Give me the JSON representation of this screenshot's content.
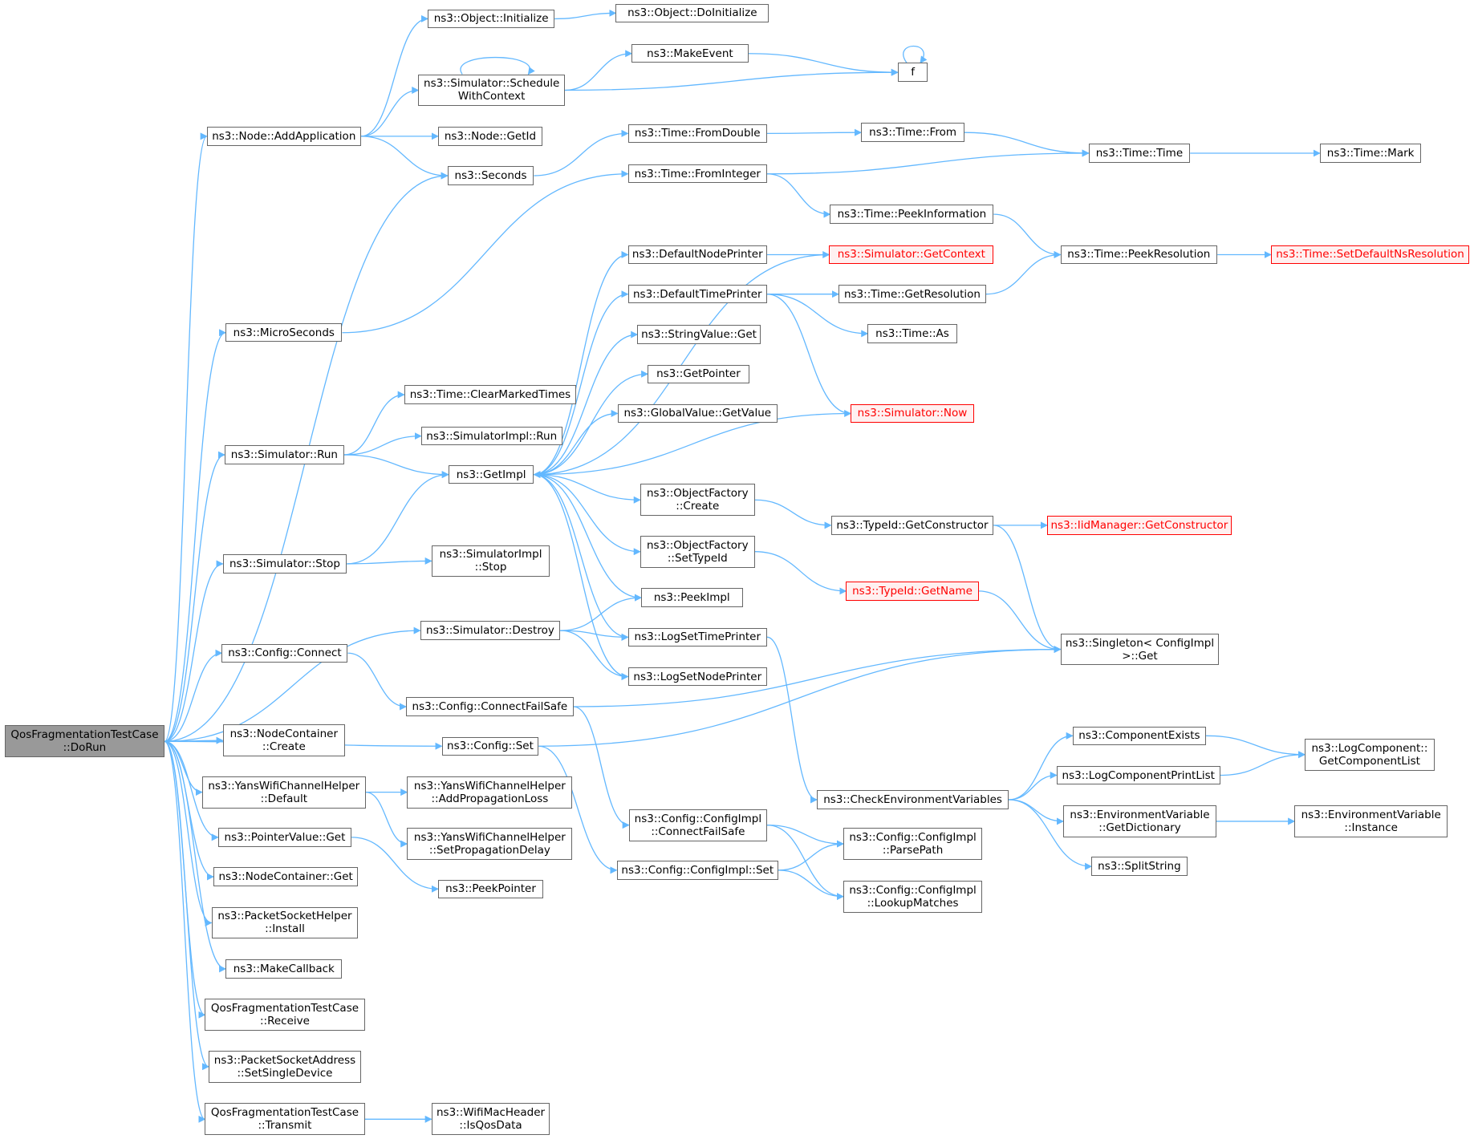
{
  "colors": {
    "edge": "#63b8ff",
    "node_border": "#666666",
    "root_fill": "#999999",
    "truncated_border": "#ff0000",
    "truncated_fill": "#fff0f0"
  },
  "nodes": {
    "dorun": {
      "lines": [
        "QosFragmentationTestCase",
        "::DoRun"
      ]
    },
    "addapp": {
      "lines": [
        "ns3::Node::AddApplication"
      ]
    },
    "objinit": {
      "lines": [
        "ns3::Object::Initialize"
      ]
    },
    "objdoinit": {
      "lines": [
        "ns3::Object::DoInitialize"
      ]
    },
    "schedwc": {
      "lines": [
        "ns3::Simulator::Schedule",
        "WithContext"
      ]
    },
    "makeevent": {
      "lines": [
        "ns3::MakeEvent"
      ]
    },
    "f": {
      "lines": [
        "f"
      ]
    },
    "getid": {
      "lines": [
        "ns3::Node::GetId"
      ]
    },
    "seconds": {
      "lines": [
        "ns3::Seconds"
      ]
    },
    "fromdouble": {
      "lines": [
        "ns3::Time::FromDouble"
      ]
    },
    "timefrom": {
      "lines": [
        "ns3::Time::From"
      ]
    },
    "timetime": {
      "lines": [
        "ns3::Time::Time"
      ]
    },
    "timemark": {
      "lines": [
        "ns3::Time::Mark"
      ]
    },
    "fromint": {
      "lines": [
        "ns3::Time::FromInteger"
      ]
    },
    "peekinfo": {
      "lines": [
        "ns3::Time::PeekInformation"
      ]
    },
    "microsec": {
      "lines": [
        "ns3::MicroSeconds"
      ]
    },
    "defnodeprinter": {
      "lines": [
        "ns3::DefaultNodePrinter"
      ]
    },
    "simgetctx": {
      "lines": [
        "ns3::Simulator::GetContext"
      ]
    },
    "peekres": {
      "lines": [
        "ns3::Time::PeekResolution"
      ]
    },
    "setdefns": {
      "lines": [
        "ns3::Time::SetDefaultNsResolution"
      ]
    },
    "deftimeprinter": {
      "lines": [
        "ns3::DefaultTimePrinter"
      ]
    },
    "getres": {
      "lines": [
        "ns3::Time::GetResolution"
      ]
    },
    "strget": {
      "lines": [
        "ns3::StringValue::Get"
      ]
    },
    "timeas": {
      "lines": [
        "ns3::Time::As"
      ]
    },
    "getpointer": {
      "lines": [
        "ns3::GetPointer"
      ]
    },
    "gvgetvalue": {
      "lines": [
        "ns3::GlobalValue::GetValue"
      ]
    },
    "simnow": {
      "lines": [
        "ns3::Simulator::Now"
      ]
    },
    "clearmarked": {
      "lines": [
        "ns3::Time::ClearMarkedTimes"
      ]
    },
    "simrun": {
      "lines": [
        "ns3::Simulator::Run"
      ]
    },
    "simimplrun": {
      "lines": [
        "ns3::SimulatorImpl::Run"
      ]
    },
    "getimpl": {
      "lines": [
        "ns3::GetImpl"
      ]
    },
    "ofcreate": {
      "lines": [
        "ns3::ObjectFactory",
        "::Create"
      ]
    },
    "tidgetctor": {
      "lines": [
        "ns3::TypeId::GetConstructor"
      ]
    },
    "iidgetctor": {
      "lines": [
        "ns3::IidManager::GetConstructor"
      ]
    },
    "simstop": {
      "lines": [
        "ns3::Simulator::Stop"
      ]
    },
    "simimplstop": {
      "lines": [
        "ns3::SimulatorImpl",
        "::Stop"
      ]
    },
    "ofsettid": {
      "lines": [
        "ns3::ObjectFactory",
        "::SetTypeId"
      ]
    },
    "tidgetname": {
      "lines": [
        "ns3::TypeId::GetName"
      ]
    },
    "peekimpl": {
      "lines": [
        "ns3::PeekImpl"
      ]
    },
    "simdestroy": {
      "lines": [
        "ns3::Simulator::Destroy"
      ]
    },
    "logsettime": {
      "lines": [
        "ns3::LogSetTimePrinter"
      ]
    },
    "singleton": {
      "lines": [
        "ns3::Singleton< ConfigImpl",
        ">::Get"
      ]
    },
    "cfgconnect": {
      "lines": [
        "ns3::Config::Connect"
      ]
    },
    "logsetnode": {
      "lines": [
        "ns3::LogSetNodePrinter"
      ]
    },
    "cfgconnectfs": {
      "lines": [
        "ns3::Config::ConnectFailSafe"
      ]
    },
    "compexists": {
      "lines": [
        "ns3::ComponentExists"
      ]
    },
    "logcomplist": {
      "lines": [
        "ns3::LogComponent::",
        "GetComponentList"
      ]
    },
    "ncCreate": {
      "lines": [
        "ns3::NodeContainer",
        "::Create"
      ]
    },
    "cfgset": {
      "lines": [
        "ns3::Config::Set"
      ]
    },
    "logcompprint": {
      "lines": [
        "ns3::LogComponentPrintList"
      ]
    },
    "checkenv": {
      "lines": [
        "ns3::CheckEnvironmentVariables"
      ]
    },
    "yansdefault": {
      "lines": [
        "ns3::YansWifiChannelHelper",
        "::Default"
      ]
    },
    "yansaddloss": {
      "lines": [
        "ns3::YansWifiChannelHelper",
        "::AddPropagationLoss"
      ]
    },
    "envdict": {
      "lines": [
        "ns3::EnvironmentVariable",
        "::GetDictionary"
      ]
    },
    "envinstance": {
      "lines": [
        "ns3::EnvironmentVariable",
        "::Instance"
      ]
    },
    "cfgimplcfs": {
      "lines": [
        "ns3::Config::ConfigImpl",
        "::ConnectFailSafe"
      ]
    },
    "ptrvalget": {
      "lines": [
        "ns3::PointerValue::Get"
      ]
    },
    "yanssetdelay": {
      "lines": [
        "ns3::YansWifiChannelHelper",
        "::SetPropagationDelay"
      ]
    },
    "cfgparse": {
      "lines": [
        "ns3::Config::ConfigImpl",
        "::ParsePath"
      ]
    },
    "splitstring": {
      "lines": [
        "ns3::SplitString"
      ]
    },
    "cfgimplset": {
      "lines": [
        "ns3::Config::ConfigImpl::Set"
      ]
    },
    "ncget": {
      "lines": [
        "ns3::NodeContainer::Get"
      ]
    },
    "peekpointer": {
      "lines": [
        "ns3::PeekPointer"
      ]
    },
    "cfglookup": {
      "lines": [
        "ns3::Config::ConfigImpl",
        "::LookupMatches"
      ]
    },
    "pshinstall": {
      "lines": [
        "ns3::PacketSocketHelper",
        "::Install"
      ]
    },
    "makecallback": {
      "lines": [
        "ns3::MakeCallback"
      ]
    },
    "qreceive": {
      "lines": [
        "QosFragmentationTestCase",
        "::Receive"
      ]
    },
    "psasetdev": {
      "lines": [
        "ns3::PacketSocketAddress",
        "::SetSingleDevice"
      ]
    },
    "qtransmit": {
      "lines": [
        "QosFragmentationTestCase",
        "::Transmit"
      ]
    },
    "isqosdata": {
      "lines": [
        "ns3::WifiMacHeader",
        "::IsQosData"
      ]
    }
  }
}
